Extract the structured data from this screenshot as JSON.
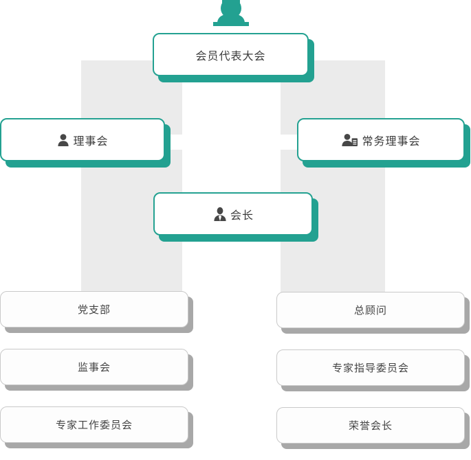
{
  "chart": {
    "type": "org-chart",
    "title": "",
    "colors": {
      "primary_teal": "#23a191",
      "band_grey": "#ebebeb",
      "card_grey_border": "#c9c9c9",
      "card_grey_shadow": "#a8a8a8",
      "text": "#3c3c3c",
      "card_face": "#ffffff"
    },
    "top_ornament_icon": "group-people-icon",
    "nodes": [
      {
        "id": "assembly",
        "label": "会员代表大会",
        "style": "teal",
        "icon": "",
        "level": 1
      },
      {
        "id": "board",
        "label": "理事会",
        "style": "teal",
        "icon": "person-icon",
        "level": 2
      },
      {
        "id": "standing_board",
        "label": "常务理事会",
        "style": "teal",
        "icon": "person-document-icon",
        "level": 2
      },
      {
        "id": "president",
        "label": "会长",
        "style": "teal",
        "icon": "person-suit-icon",
        "level": 3
      },
      {
        "id": "party_branch",
        "label": "党支部",
        "style": "grey",
        "icon": "",
        "level": 4,
        "column": "left"
      },
      {
        "id": "supervisory",
        "label": "监事会",
        "style": "grey",
        "icon": "",
        "level": 4,
        "column": "left"
      },
      {
        "id": "expert_work",
        "label": "专家工作委员会",
        "style": "grey",
        "icon": "",
        "level": 4,
        "column": "left"
      },
      {
        "id": "chief_advisor",
        "label": "总顾问",
        "style": "grey",
        "icon": "",
        "level": 4,
        "column": "right"
      },
      {
        "id": "expert_guide",
        "label": "专家指导委员会",
        "style": "grey",
        "icon": "",
        "level": 4,
        "column": "right"
      },
      {
        "id": "honorary_president",
        "label": "荣誉会长",
        "style": "grey",
        "icon": "",
        "level": 4,
        "column": "right"
      }
    ]
  }
}
